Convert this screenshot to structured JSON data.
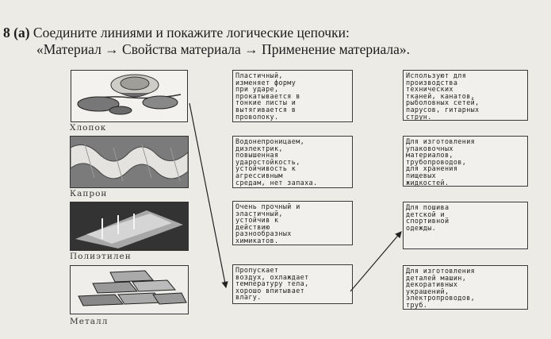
{
  "header": {
    "number": "8 (а)",
    "line1": "Соедините линиями и покажите логические цепочки:",
    "line2": "«Материал → Свойства материала → Применение материала»."
  },
  "materials": [
    {
      "name": "Хлопок",
      "icon": "cotton-plant"
    },
    {
      "name": "Капрон",
      "icon": "nylon-rope"
    },
    {
      "name": "Полиэтилен",
      "icon": "polyethylene-film"
    },
    {
      "name": "Металл",
      "icon": "metal-ingots"
    }
  ],
  "properties": [
    "Пластичный,\nизменяет форму\nпри ударе,\nпрокатывается в\nтонкие листы и\nвытягивается в\nпроволоку.",
    "Водонепроницаем,\nдиэлектрик,\nповышенная\nударостойкость,\nустойчивость к\nагрессивным\nсредам, нет запаха.",
    "Очень прочный и\nэластичный,\nустойчив к\nдействию\nразнообразных\nхимикатов.",
    "Пропускает\nвоздух, охлаждает\nтемпературу тела,\nхорошо впитывает\nвлагу."
  ],
  "applications": [
    "Используют для\nпроизводства\nтехнических\nтканей, канатов,\nрыболовных сетей,\nпарусов, гитарных\nструн.",
    "Для изготовления\nупаковочных\nматериалов,\nтрубопроводов,\nдля хранения\nпищевых\nжидкостей.",
    "Для пошива\nдетской и\nспортивной\nодежды.",
    "Для изготовления\nдеталей машин,\nдекоративных\nукрашений,\nэлектропроводов,\nтруб."
  ]
}
